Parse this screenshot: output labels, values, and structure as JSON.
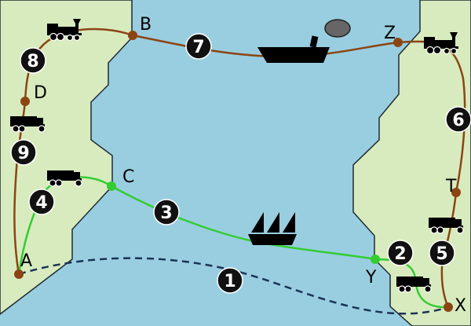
{
  "colors": {
    "sea": "#99cee0",
    "land": "#d8ebbe",
    "coast": "#1f2a33",
    "rail_route": "#8b4513",
    "road_route": "#33cc33",
    "sea_route_dashed": "#1a3357",
    "marker_fill": "#111111",
    "marker_text": "#ffffff"
  },
  "nodes": {
    "A": "A",
    "B": "B",
    "C": "C",
    "D": "D",
    "T": "T",
    "X": "X",
    "Y": "Y",
    "Z": "Z"
  },
  "route_numbers": {
    "r1": "1",
    "r2": "2",
    "r3": "3",
    "r4": "4",
    "r5": "5",
    "r6": "6",
    "r7": "7",
    "r8": "8",
    "r9": "9"
  },
  "icons": {
    "locomotive": "steam-locomotive-icon",
    "truck": "truck-icon",
    "ship_steam": "steamship-icon",
    "ship_sail": "sailing-ship-icon"
  }
}
